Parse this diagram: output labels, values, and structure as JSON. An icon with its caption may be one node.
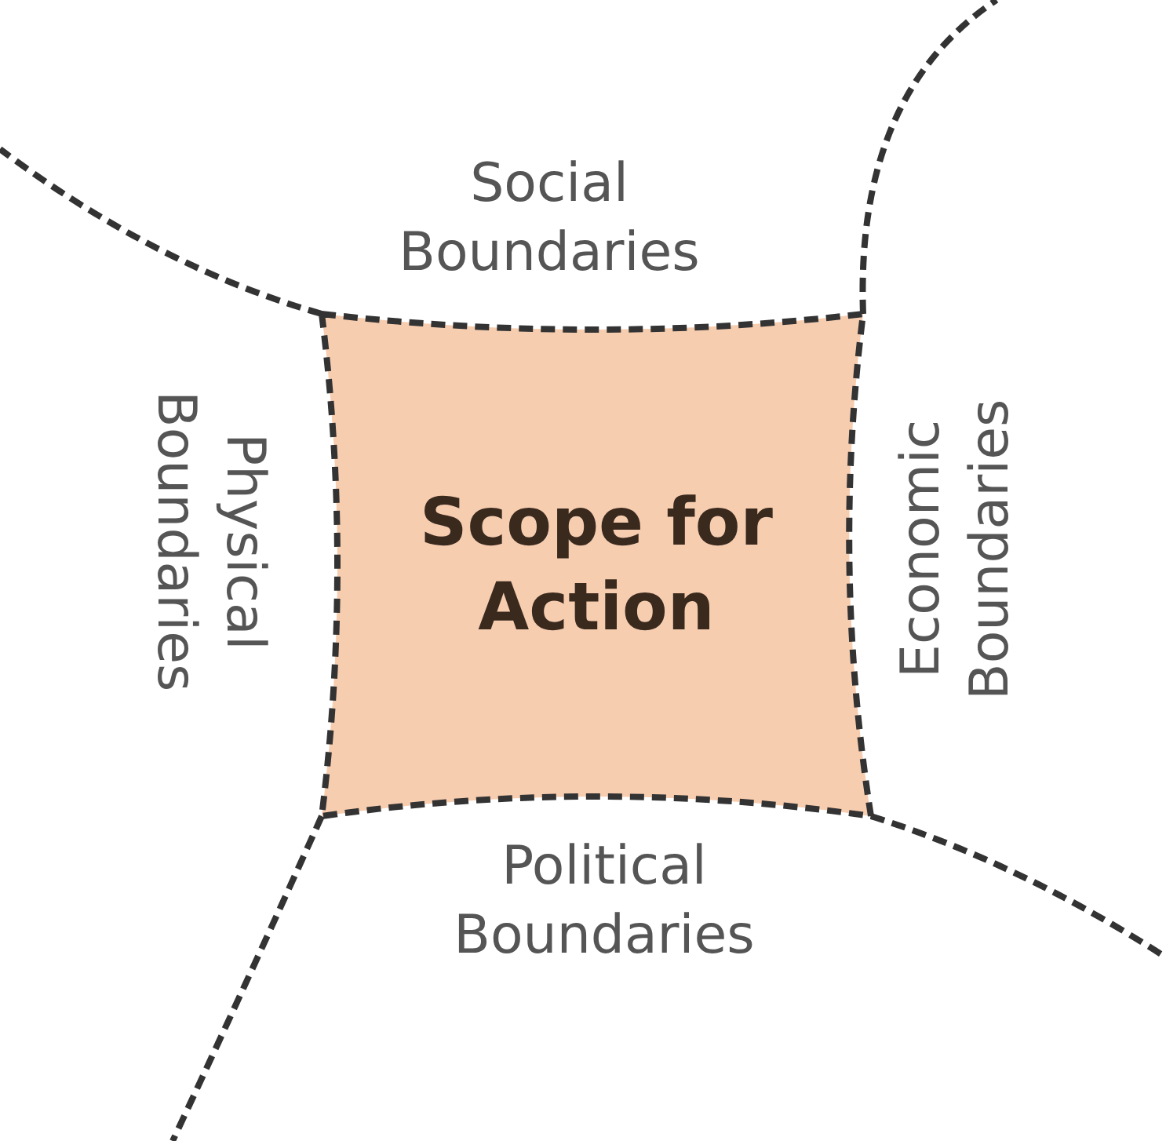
{
  "diagram": {
    "nodes": [
      {
        "text": [
          "Scope for Action"
        ]
      }
    ],
    "labels": [
      "Social Boundaries",
      "Physical Boundaries",
      "Economic Boundaries",
      "Political Boundaries"
    ]
  }
}
